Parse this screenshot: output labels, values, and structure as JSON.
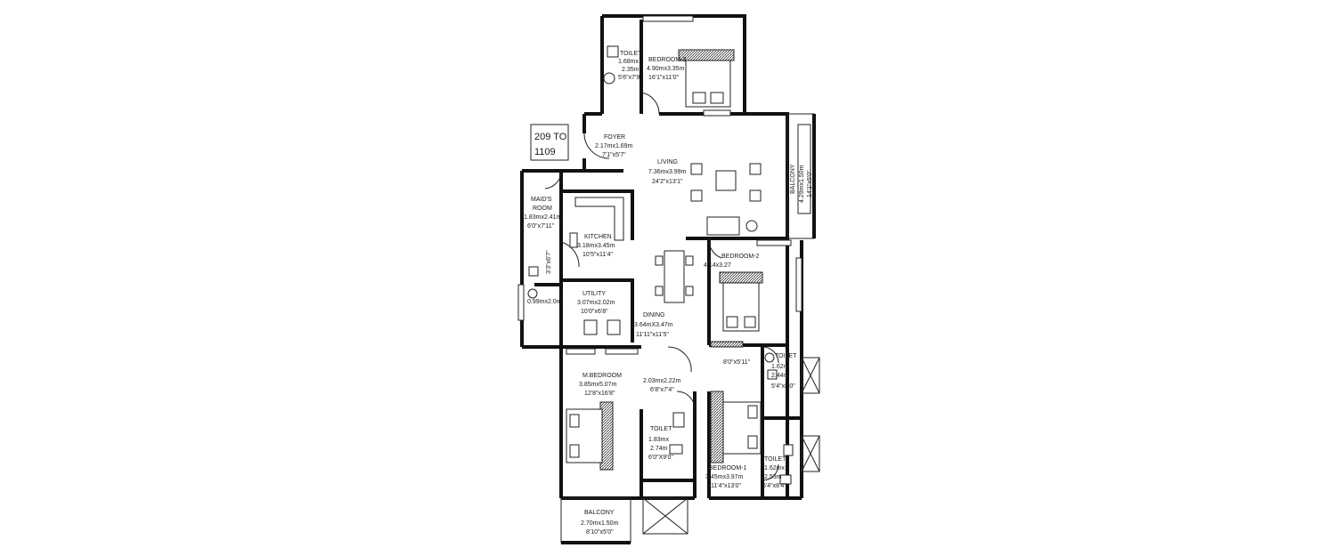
{
  "tag": {
    "line1": "209 TO",
    "line2": "1109"
  },
  "rooms": {
    "bedroom3": {
      "name": "BEDROOM-3",
      "metric": "4.90mx3.35m",
      "imperial": "16'1\"x11'0\""
    },
    "toilet_top": {
      "name": "TOILET",
      "metric": "1.68mx",
      "metric2": "2.35m",
      "imperial": "5'6\"x7'9\""
    },
    "foyer": {
      "name": "FOYER",
      "metric": "2.17mx1.69m",
      "imperial": "7'1\"x5'7\""
    },
    "living": {
      "name": "LIVING",
      "metric": "7.36mx3.99m",
      "imperial": "24'2\"x13'1\""
    },
    "balcony_right": {
      "name": "BALCONY",
      "metric": "4.29mx1.50m",
      "imperial": "14'1\"x5'0\""
    },
    "maids_room": {
      "name": "MAID'S",
      "name2": "ROOM",
      "metric": "1.83mx2.41m",
      "imperial": "6'0\"x7'11\""
    },
    "kitchen": {
      "name": "KITCHEN",
      "metric": "3.18mx3.45m",
      "imperial": "10'5\"x11'4\""
    },
    "maids_toilet": {
      "name": "3'3\"x6'7\"",
      "metric": "0.99mx2.0m"
    },
    "utility": {
      "name": "UTILITY",
      "metric": "3.07mx2.02m",
      "imperial": "10'0\"x6'8\""
    },
    "dining": {
      "name": "DINING",
      "metric": "3.64mX3.47m",
      "imperial": "11'11\"x11'5\""
    },
    "bedroom2": {
      "name": "BEDROOM-2",
      "metric": "4.14x3.27"
    },
    "wardrobe2": {
      "name": "8'0\"x5'11\""
    },
    "toilet_b2": {
      "name": "TOILET",
      "metric": "1.62m",
      "metric2": "2.44m",
      "imperial": "5'4\"x8'0\""
    },
    "mbedroom": {
      "name": "M.BEDROOM",
      "metric": "3.85mx5.07m",
      "imperial": "12'8\"x16'8\""
    },
    "dress": {
      "metric": "2.03mx2.22m",
      "imperial": "6'8\"x7'4\""
    },
    "toilet_m": {
      "name": "TOILET",
      "metric": "1.83mx",
      "metric2": "2.74m",
      "imperial": "6'0\"X9'0\""
    },
    "bedroom1": {
      "name": "BEDROOM-1",
      "metric": "3.45mx3.97m",
      "imperial": "11'4\"x13'0\""
    },
    "toilet_b1": {
      "name": "TOILET",
      "metric": "1.62mx",
      "metric2": "2.53m",
      "imperial": "5'4\"x8'4\""
    },
    "balcony_bottom": {
      "name": "BALCONY",
      "metric": "2.70mx1.50m",
      "imperial": "8'10\"x5'0\""
    }
  }
}
